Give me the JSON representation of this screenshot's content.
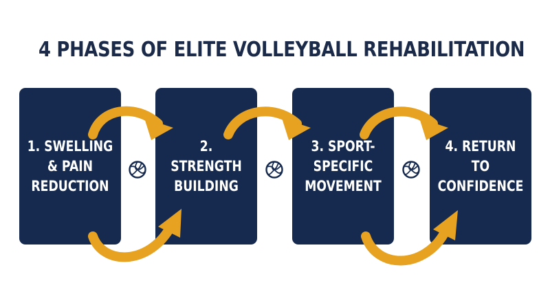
{
  "colors": {
    "title": "#1b2a48",
    "panel": "#162a4f",
    "panel_text": "#ffffff",
    "arrow": "#e6a220",
    "ball_outline": "#162a4f",
    "ball_fill": "#ffffff"
  },
  "title": "4 PHASES OF ELITE VOLLEYBALL REHABILITATION",
  "phases": [
    {
      "lines": [
        "1. SWELLING",
        "& PAIN",
        "REDUCTION"
      ]
    },
    {
      "lines": [
        "2.",
        "STRENGTH",
        "BUILDING"
      ]
    },
    {
      "lines": [
        "3. SPORT-",
        "SPECIFIC",
        "MOVEMENT"
      ]
    },
    {
      "lines": [
        "4. RETURN",
        "TO",
        "CONFIDENCE"
      ]
    }
  ],
  "connector_icon": "volleyball-icon",
  "arrow_icon": "curved-arrow-icon"
}
